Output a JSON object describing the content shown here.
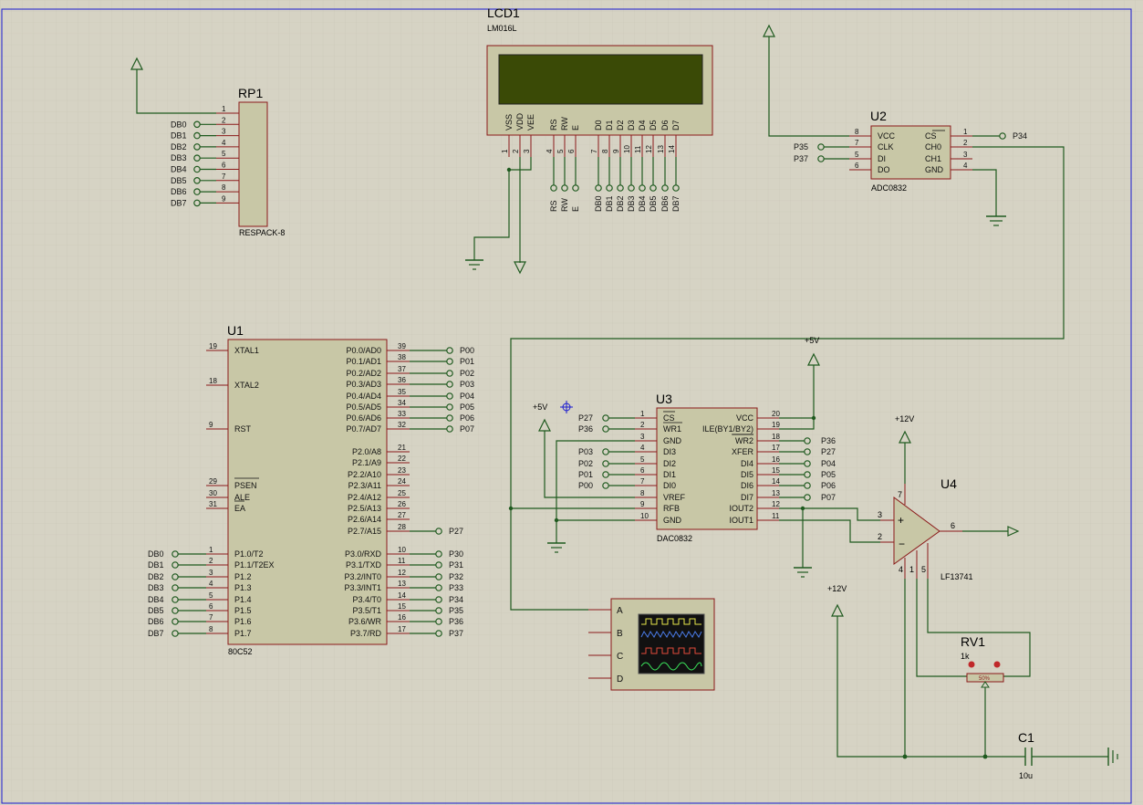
{
  "colors": {
    "background": "#d6d3c4",
    "grid": "#c4c1b2",
    "wire": "#1f5a1f",
    "pin": "#8b1a1a",
    "body_fill": "#c8c7a6",
    "body_stroke": "#8b1a1a",
    "text": "#111111",
    "lcd_screen": "#3a4a06",
    "terminal": "#1f5a1f",
    "border": "#1b1bd0"
  },
  "components": {
    "rp1": {
      "ref": "RP1",
      "part": "RESPACK-8",
      "pins": [
        "1",
        "2",
        "3",
        "4",
        "5",
        "6",
        "7",
        "8",
        "9"
      ],
      "nets": [
        "DB0",
        "DB1",
        "DB2",
        "DB3",
        "DB4",
        "DB5",
        "DB6",
        "DB7"
      ]
    },
    "lcd1": {
      "ref": "LCD1",
      "part": "LM016L",
      "pins": [
        {
          "name": "VSS",
          "num": "1"
        },
        {
          "name": "VDD",
          "num": "2"
        },
        {
          "name": "VEE",
          "num": "3"
        },
        {
          "name": "RS",
          "num": "4"
        },
        {
          "name": "RW",
          "num": "5"
        },
        {
          "name": "E",
          "num": "6"
        },
        {
          "name": "D0",
          "num": "7"
        },
        {
          "name": "D1",
          "num": "8"
        },
        {
          "name": "D2",
          "num": "9"
        },
        {
          "name": "D3",
          "num": "10"
        },
        {
          "name": "D4",
          "num": "11"
        },
        {
          "name": "D5",
          "num": "12"
        },
        {
          "name": "D6",
          "num": "13"
        },
        {
          "name": "D7",
          "num": "14"
        }
      ],
      "nets": [
        "RS",
        "RW",
        "E",
        "DB0",
        "DB1",
        "DB2",
        "DB3",
        "DB4",
        "DB5",
        "DB6",
        "DB7"
      ]
    },
    "u2": {
      "ref": "U2",
      "part": "ADC0832",
      "left_pins": [
        {
          "num": "8",
          "name": "VCC"
        },
        {
          "num": "7",
          "name": "CLK"
        },
        {
          "num": "5",
          "name": "DI"
        },
        {
          "num": "6",
          "name": "DO"
        }
      ],
      "right_pins": [
        {
          "num": "1",
          "name": "CS"
        },
        {
          "num": "2",
          "name": "CH0"
        },
        {
          "num": "3",
          "name": "CH1"
        },
        {
          "num": "4",
          "name": "GND"
        }
      ],
      "nets": [
        "P35",
        "P37",
        "P34"
      ]
    },
    "u1": {
      "ref": "U1",
      "part": "80C52",
      "left_pins": [
        {
          "num": "19",
          "name": "XTAL1"
        },
        {
          "num": "18",
          "name": "XTAL2"
        },
        {
          "num": "9",
          "name": "RST"
        },
        {
          "num": "29",
          "name": "PSEN"
        },
        {
          "num": "30",
          "name": "ALE"
        },
        {
          "num": "31",
          "name": "EA"
        },
        {
          "num": "1",
          "name": "P1.0/T2"
        },
        {
          "num": "2",
          "name": "P1.1/T2EX"
        },
        {
          "num": "3",
          "name": "P1.2"
        },
        {
          "num": "4",
          "name": "P1.3"
        },
        {
          "num": "5",
          "name": "P1.4"
        },
        {
          "num": "6",
          "name": "P1.5"
        },
        {
          "num": "7",
          "name": "P1.6"
        },
        {
          "num": "8",
          "name": "P1.7"
        }
      ],
      "right_pins": [
        {
          "num": "39",
          "name": "P0.0/AD0",
          "net": "P00"
        },
        {
          "num": "38",
          "name": "P0.1/AD1",
          "net": "P01"
        },
        {
          "num": "37",
          "name": "P0.2/AD2",
          "net": "P02"
        },
        {
          "num": "36",
          "name": "P0.3/AD3",
          "net": "P03"
        },
        {
          "num": "35",
          "name": "P0.4/AD4",
          "net": "P04"
        },
        {
          "num": "34",
          "name": "P0.5/AD5",
          "net": "P05"
        },
        {
          "num": "33",
          "name": "P0.6/AD6",
          "net": "P06"
        },
        {
          "num": "32",
          "name": "P0.7/AD7",
          "net": "P07"
        },
        {
          "num": "21",
          "name": "P2.0/A8",
          "net": ""
        },
        {
          "num": "22",
          "name": "P2.1/A9",
          "net": ""
        },
        {
          "num": "23",
          "name": "P2.2/A10",
          "net": ""
        },
        {
          "num": "24",
          "name": "P2.3/A11",
          "net": ""
        },
        {
          "num": "25",
          "name": "P2.4/A12",
          "net": ""
        },
        {
          "num": "26",
          "name": "P2.5/A13",
          "net": ""
        },
        {
          "num": "27",
          "name": "P2.6/A14",
          "net": ""
        },
        {
          "num": "28",
          "name": "P2.7/A15",
          "net": "P27"
        },
        {
          "num": "10",
          "name": "P3.0/RXD",
          "net": "P30"
        },
        {
          "num": "11",
          "name": "P3.1/TXD",
          "net": "P31"
        },
        {
          "num": "12",
          "name": "P3.2/INT0",
          "net": "P32"
        },
        {
          "num": "13",
          "name": "P3.3/INT1",
          "net": "P33"
        },
        {
          "num": "14",
          "name": "P3.4/T0",
          "net": "P34"
        },
        {
          "num": "15",
          "name": "P3.5/T1",
          "net": "P35"
        },
        {
          "num": "16",
          "name": "P3.6/WR",
          "net": "P36"
        },
        {
          "num": "17",
          "name": "P3.7/RD",
          "net": "P37"
        }
      ],
      "left_nets": [
        "DB0",
        "DB1",
        "DB2",
        "DB3",
        "DB4",
        "DB5",
        "DB6",
        "DB7"
      ]
    },
    "u3": {
      "ref": "U3",
      "part": "DAC0832",
      "left_pins": [
        {
          "num": "1",
          "name": "CS",
          "net": "P27"
        },
        {
          "num": "2",
          "name": "WR1",
          "net": "P36"
        },
        {
          "num": "3",
          "name": "GND",
          "net": ""
        },
        {
          "num": "4",
          "name": "DI3",
          "net": "P03"
        },
        {
          "num": "5",
          "name": "DI2",
          "net": "P02"
        },
        {
          "num": "6",
          "name": "DI1",
          "net": "P01"
        },
        {
          "num": "7",
          "name": "DI0",
          "net": "P00"
        },
        {
          "num": "8",
          "name": "VREF",
          "net": ""
        },
        {
          "num": "9",
          "name": "RFB",
          "net": ""
        },
        {
          "num": "10",
          "name": "GND",
          "net": ""
        }
      ],
      "right_pins": [
        {
          "num": "20",
          "name": "VCC",
          "net": ""
        },
        {
          "num": "19",
          "name": "ILE(BY1/BY2)",
          "net": ""
        },
        {
          "num": "18",
          "name": "WR2",
          "net": "P36"
        },
        {
          "num": "17",
          "name": "XFER",
          "net": "P27"
        },
        {
          "num": "16",
          "name": "DI4",
          "net": "P04"
        },
        {
          "num": "15",
          "name": "DI5",
          "net": "P05"
        },
        {
          "num": "14",
          "name": "DI6",
          "net": "P06"
        },
        {
          "num": "13",
          "name": "DI7",
          "net": "P07"
        },
        {
          "num": "12",
          "name": "IOUT2",
          "net": ""
        },
        {
          "num": "11",
          "name": "IOUT1",
          "net": ""
        }
      ]
    },
    "u4": {
      "ref": "U4",
      "part": "LF13741",
      "pins": [
        "7",
        "3",
        "2",
        "6",
        "4",
        "1",
        "5"
      ]
    },
    "rv1": {
      "ref": "RV1",
      "value": "1k",
      "percent": "50%"
    },
    "c1": {
      "ref": "C1",
      "value": "10u"
    },
    "scope": {
      "channels": [
        "A",
        "B",
        "C",
        "D"
      ]
    }
  },
  "power": {
    "plus5": "+5V",
    "plus12": "+12V"
  }
}
